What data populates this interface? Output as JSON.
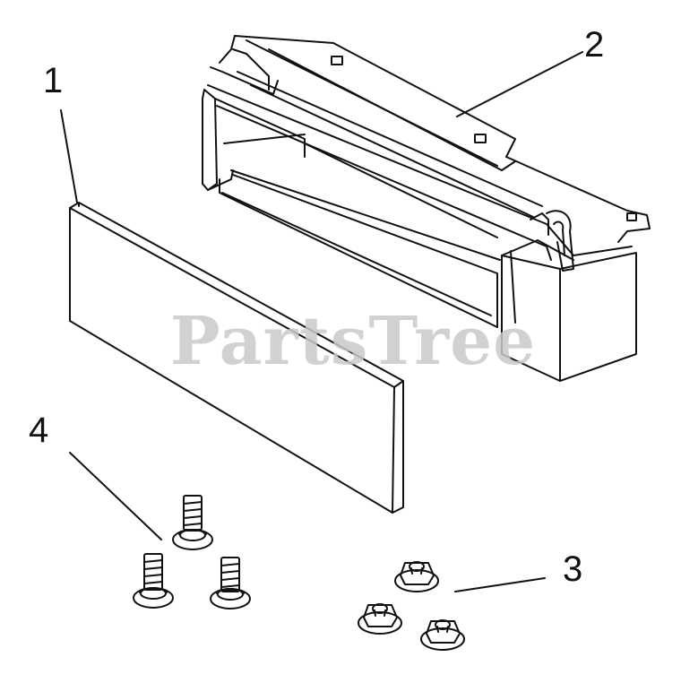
{
  "callouts": {
    "part_1": "1",
    "part_2": "2",
    "part_3": "3",
    "part_4": "4"
  },
  "watermark": "PartsTree",
  "colors": {
    "line": "#111111",
    "fill": "#ffffff",
    "watermark": "#c9c9c9"
  }
}
